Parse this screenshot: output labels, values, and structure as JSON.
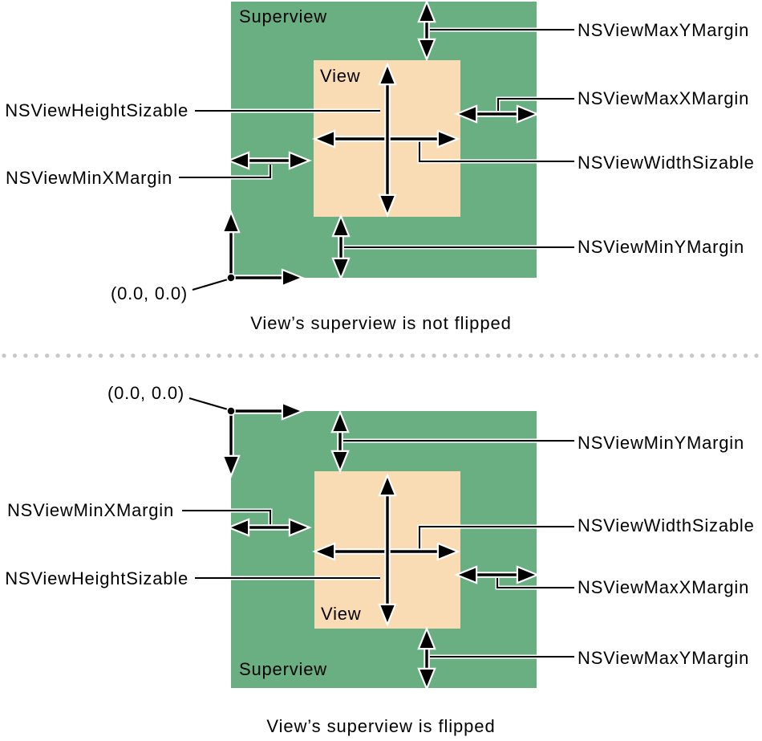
{
  "figure": {
    "colors": {
      "superview_fill": "#69AF82",
      "view_fill": "#F9DCB3",
      "divider_dot": "#C8C8C8",
      "arrow": "#000000",
      "arrow_casing": "#FFFFFF"
    },
    "top": {
      "superview_label": "Superview",
      "view_label": "View",
      "origin_label": "(0.0, 0.0)",
      "max_y_label": "NSViewMaxYMargin",
      "max_x_label": "NSViewMaxXMargin",
      "width_label": "NSViewWidthSizable",
      "min_y_label": "NSViewMinYMargin",
      "height_label": "NSViewHeightSizable",
      "min_x_label": "NSViewMinXMargin",
      "caption": "View’s superview is not flipped"
    },
    "bottom": {
      "superview_label": "Superview",
      "view_label": "View",
      "origin_label": "(0.0, 0.0)",
      "max_y_label": "NSViewMaxYMargin",
      "max_x_label": "NSViewMaxXMargin",
      "width_label": "NSViewWidthSizable",
      "min_y_label": "NSViewMinYMargin",
      "height_label": "NSViewHeightSizable",
      "min_x_label": "NSViewMinXMargin",
      "caption": "View’s superview is flipped"
    }
  }
}
